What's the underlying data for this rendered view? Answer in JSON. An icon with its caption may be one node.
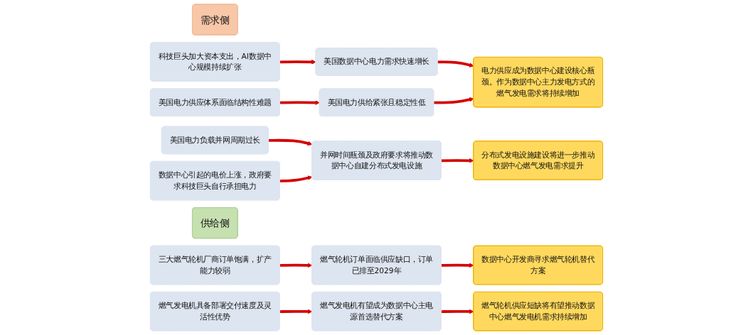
{
  "diagram": {
    "nodes": [
      {
        "text": [
          "需求侧"
        ]
      },
      {
        "text": [
          "科技巨头加大资本支出，AI数据中心规模持续扩张"
        ]
      },
      {
        "text": [
          "美国电力供应体系面临结构性难题"
        ]
      },
      {
        "text": [
          "美国电力负载并网周期过长"
        ]
      },
      {
        "text": [
          "数据中心引起的电价上涨，政府要求科技巨头自行承担电力"
        ]
      },
      {
        "text": [
          "美国数据中心电力需求快速增长"
        ]
      },
      {
        "text": [
          "美国电力供给紧张且稳定性低"
        ]
      },
      {
        "text": [
          "并网时间瓶颈及政府要求将推动数据中心自建分布式发电设施"
        ]
      },
      {
        "text": [
          "电力供应成为数据中心建设核心瓶颈。作为数据中心主力发电方式的燃气发电需求将持续增加"
        ]
      },
      {
        "text": [
          "分布式发电设施建设将进一步推动数据中心燃气发电需求提升"
        ]
      },
      {
        "text": [
          "供给侧"
        ]
      },
      {
        "text": [
          "三大燃气轮机厂商订单饱满，扩产能力较弱"
        ]
      },
      {
        "text": [
          "燃气发电机具备部署交付速度及灵活性优势"
        ]
      },
      {
        "text": [
          "燃气轮机订单面临供应缺口，订单已排至2029年"
        ]
      },
      {
        "text": [
          "燃气发电机有望成为数据中心主电源首选替代方案"
        ]
      },
      {
        "text": [
          "数据中心开发商寻求燃气轮机替代方案"
        ]
      },
      {
        "text": [
          "燃气轮机供应短缺将有望推动数据中心燃气发电机需求持续增加"
        ]
      }
    ],
    "edges": [
      {
        "from": 1,
        "to": 5,
        "arrow": "to"
      },
      {
        "from": 2,
        "to": 6,
        "arrow": "to"
      },
      {
        "from": 3,
        "to": 7,
        "arrow": "to"
      },
      {
        "from": 4,
        "to": 7,
        "arrow": "to"
      },
      {
        "from": 5,
        "to": 8,
        "arrow": "to"
      },
      {
        "from": 6,
        "to": 8,
        "arrow": "to"
      },
      {
        "from": 7,
        "to": 9,
        "arrow": "to"
      },
      {
        "from": 11,
        "to": 13,
        "arrow": "to"
      },
      {
        "from": 12,
        "to": 14,
        "arrow": "to"
      },
      {
        "from": 13,
        "to": 15,
        "arrow": "to"
      },
      {
        "from": 14,
        "to": 16,
        "arrow": "to"
      }
    ]
  }
}
